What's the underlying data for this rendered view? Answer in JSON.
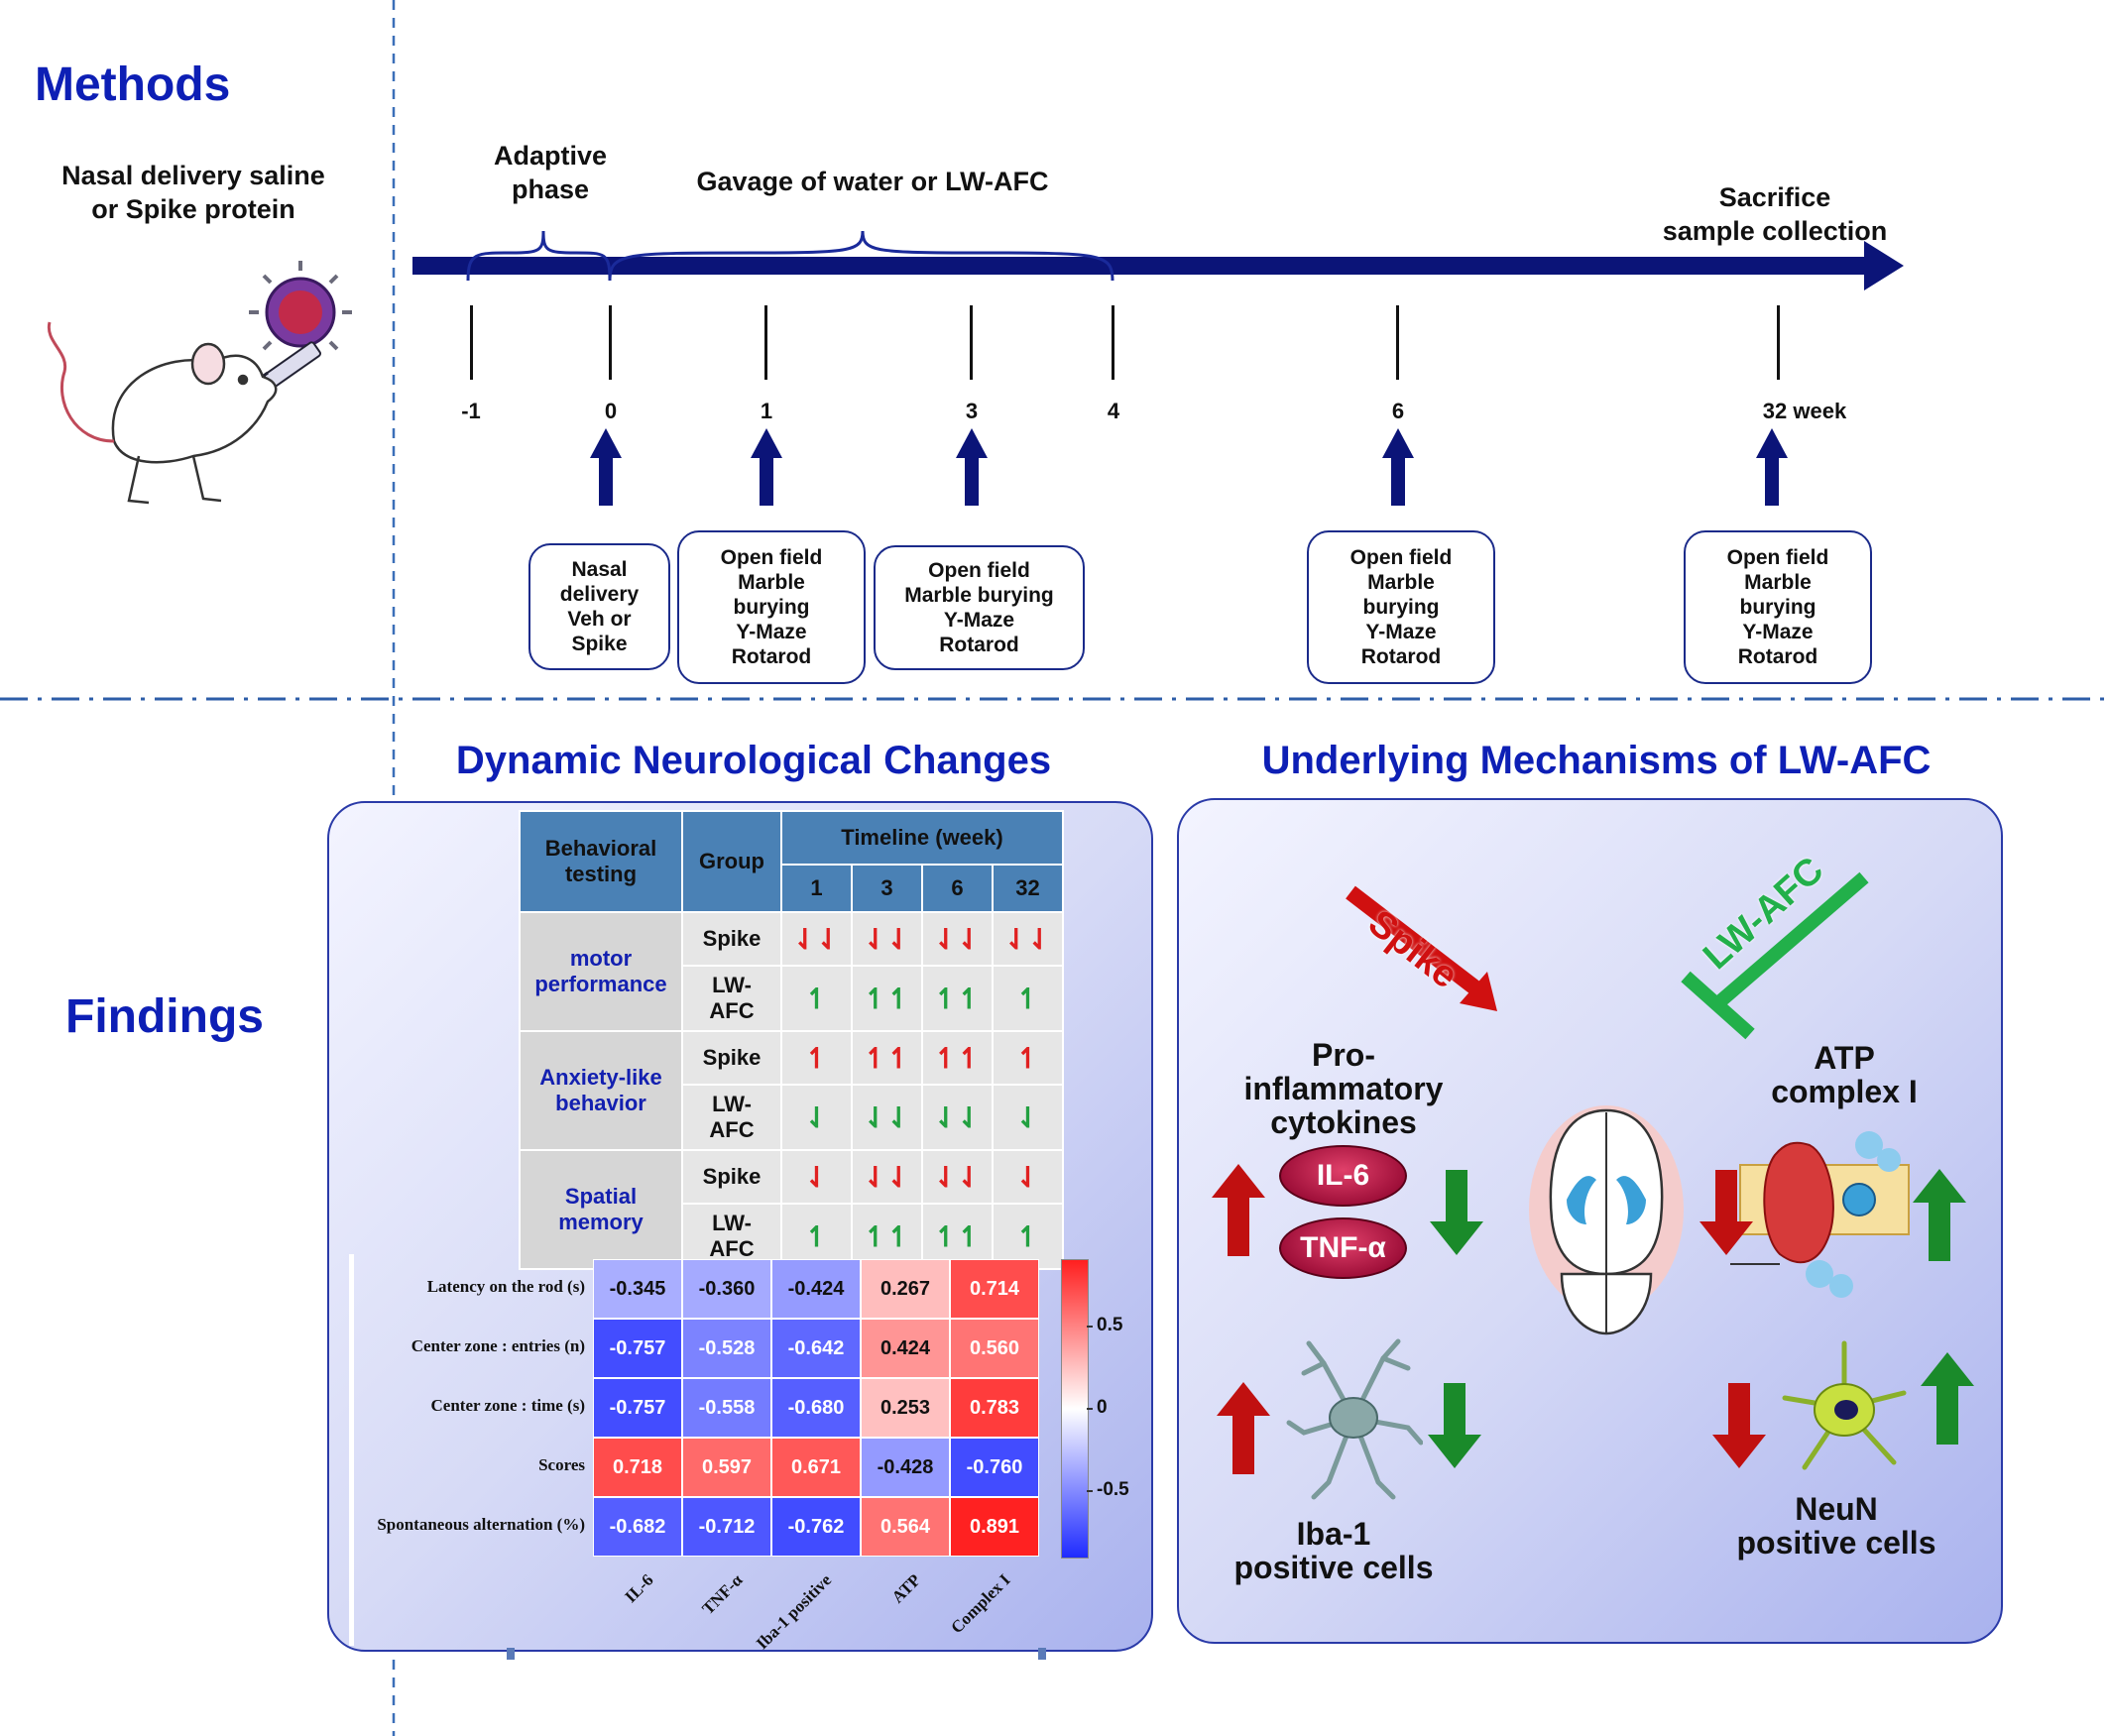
{
  "methods": {
    "title": "Methods",
    "delivery_label": "Nasal  delivery saline\nor Spike protein",
    "adaptive_label": "Adaptive\nphase",
    "gavage_label": "Gavage of water or LW-AFC",
    "sacrifice_label": "Sacrifice\nsample collection",
    "ticks": [
      "-1",
      "0",
      "1",
      "3",
      "4",
      "6",
      "32 week"
    ],
    "boxes": [
      "Nasal\ndelivery\nVeh or\nSpike",
      "Open field\nMarble\nburying\nY-Maze\nRotarod",
      "Open field\nMarble burying\nY-Maze\nRotarod",
      "Open field\nMarble\nburying\nY-Maze\nRotarod",
      "Open field\nMarble\nburying\nY-Maze\nRotarod"
    ]
  },
  "findings": {
    "title": "Findings"
  },
  "dynamic": {
    "title": "Dynamic Neurological Changes",
    "table": {
      "col_behavior": "Behavioral\ntesting",
      "col_group": "Group",
      "col_timeline": "Timeline (week)",
      "weeks": [
        "1",
        "3",
        "6",
        "32"
      ],
      "rows": [
        {
          "category": "motor\nperformance",
          "group": "Spike",
          "arrows": [
            "⇃⇃",
            "⇃⇃",
            "⇃⇃",
            "⇃⇃"
          ],
          "color": "red"
        },
        {
          "category": "",
          "group": "LW-\nAFC",
          "arrows": [
            "↿",
            "↿↿",
            "↿↿",
            "↿"
          ],
          "color": "green"
        },
        {
          "category": "Anxiety-like\nbehavior",
          "group": "Spike",
          "arrows": [
            "↿",
            "↿↿",
            "↿↿",
            "↿"
          ],
          "color": "red"
        },
        {
          "category": "",
          "group": "LW-\nAFC",
          "arrows": [
            "⇃",
            "⇃⇃",
            "⇃⇃",
            "⇃"
          ],
          "color": "green"
        },
        {
          "category": "Spatial\nmemory",
          "group": "Spike",
          "arrows": [
            "⇃",
            "⇃⇃",
            "⇃⇃",
            "⇃"
          ],
          "color": "red"
        },
        {
          "category": "",
          "group": "LW-\nAFC",
          "arrows": [
            "↿",
            "↿↿",
            "↿↿",
            "↿"
          ],
          "color": "green"
        }
      ]
    },
    "heatmap": {
      "type": "heatmap",
      "row_labels": [
        "Latency on the rod (s)",
        "Center zone : entries (n)",
        "Center zone : time (s)",
        "Scores",
        "Spontaneous alternation (%)"
      ],
      "col_labels": [
        "IL-6",
        "TNF-α",
        "Iba-1 positive",
        "ATP",
        "Complex I"
      ],
      "values": [
        [
          -0.345,
          -0.36,
          -0.424,
          0.267,
          0.714
        ],
        [
          -0.757,
          -0.528,
          -0.642,
          0.424,
          0.56
        ],
        [
          -0.757,
          -0.558,
          -0.68,
          0.253,
          0.783
        ],
        [
          0.718,
          0.597,
          0.671,
          -0.428,
          -0.76
        ],
        [
          -0.682,
          -0.712,
          -0.762,
          0.564,
          0.891
        ]
      ],
      "display": [
        [
          "-0.345",
          "-0.360",
          "-0.424",
          "0.267",
          "0.714"
        ],
        [
          "-0.757",
          "-0.528",
          "-0.642",
          "0.424",
          "0.560"
        ],
        [
          "-0.757",
          "-0.558",
          "-0.680",
          "0.253",
          "0.783"
        ],
        [
          "0.718",
          "0.597",
          "0.671",
          "-0.428",
          "-0.760"
        ],
        [
          "-0.682",
          "-0.712",
          "-0.762",
          "0.564",
          "0.891"
        ]
      ],
      "colorbar_ticks": [
        "0.5",
        "0",
        "-0.5"
      ],
      "colorbar_values": [
        0.5,
        0,
        -0.5
      ],
      "vmin": -0.9,
      "vmax": 0.9,
      "color_neg": "#1f2bff",
      "color_mid": "#ffffff",
      "color_pos": "#ff1f1f"
    }
  },
  "mechanisms": {
    "title": "Underlying Mechanisms of LW-AFC",
    "spike_label": "Spike",
    "lwafc_label": "LW-AFC",
    "cytokines_label": "Pro-\ninflammatory\ncytokines",
    "il6": "IL-6",
    "tnf": "TNF-α",
    "atp_label": "ATP\ncomplex I",
    "iba_label": "Iba-1\npositive cells",
    "neun_label": "NeuN\npositive cells",
    "colors": {
      "up": "#c01010",
      "down": "#1a8a2a",
      "spike": "#d01010",
      "lwafc": "#22b04a"
    }
  }
}
